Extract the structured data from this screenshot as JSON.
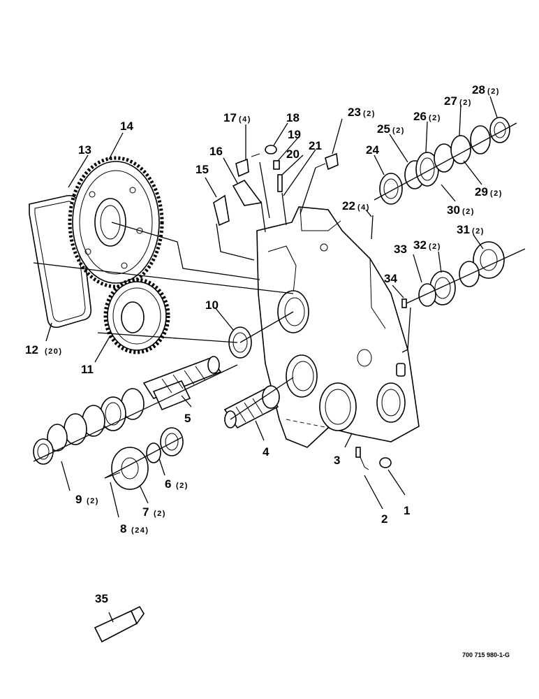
{
  "drawing_ref": "700 715 980-1-G",
  "callouts": [
    {
      "id": "1",
      "num": "1",
      "qty": ""
    },
    {
      "id": "2",
      "num": "2",
      "qty": ""
    },
    {
      "id": "3",
      "num": "3",
      "qty": ""
    },
    {
      "id": "4",
      "num": "4",
      "qty": ""
    },
    {
      "id": "5",
      "num": "5",
      "qty": ""
    },
    {
      "id": "6",
      "num": "6",
      "qty": "(2)"
    },
    {
      "id": "7",
      "num": "7",
      "qty": "(2)"
    },
    {
      "id": "8",
      "num": "8",
      "qty": "(24)"
    },
    {
      "id": "9",
      "num": "9",
      "qty": "(2)"
    },
    {
      "id": "10",
      "num": "10",
      "qty": ""
    },
    {
      "id": "11",
      "num": "11",
      "qty": ""
    },
    {
      "id": "12",
      "num": "12",
      "qty": "(20)"
    },
    {
      "id": "13",
      "num": "13",
      "qty": ""
    },
    {
      "id": "14",
      "num": "14",
      "qty": ""
    },
    {
      "id": "15",
      "num": "15",
      "qty": ""
    },
    {
      "id": "16",
      "num": "16",
      "qty": ""
    },
    {
      "id": "17",
      "num": "17",
      "qty": "(4)"
    },
    {
      "id": "18",
      "num": "18",
      "qty": ""
    },
    {
      "id": "19",
      "num": "19",
      "qty": ""
    },
    {
      "id": "20",
      "num": "20",
      "qty": ""
    },
    {
      "id": "21",
      "num": "21",
      "qty": ""
    },
    {
      "id": "22",
      "num": "22",
      "qty": "(4)"
    },
    {
      "id": "23",
      "num": "23",
      "qty": "(2)"
    },
    {
      "id": "24",
      "num": "24",
      "qty": ""
    },
    {
      "id": "25",
      "num": "25",
      "qty": "(2)"
    },
    {
      "id": "26",
      "num": "26",
      "qty": "(2)"
    },
    {
      "id": "27",
      "num": "27",
      "qty": "(2)"
    },
    {
      "id": "28",
      "num": "28",
      "qty": "(2)"
    },
    {
      "id": "29",
      "num": "29",
      "qty": "(2)"
    },
    {
      "id": "30",
      "num": "30",
      "qty": "(2)"
    },
    {
      "id": "31",
      "num": "31",
      "qty": "(2)"
    },
    {
      "id": "32",
      "num": "32",
      "qty": "(2)"
    },
    {
      "id": "33",
      "num": "33",
      "qty": ""
    },
    {
      "id": "34",
      "num": "34",
      "qty": ""
    },
    {
      "id": "35",
      "num": "35",
      "qty": ""
    }
  ]
}
